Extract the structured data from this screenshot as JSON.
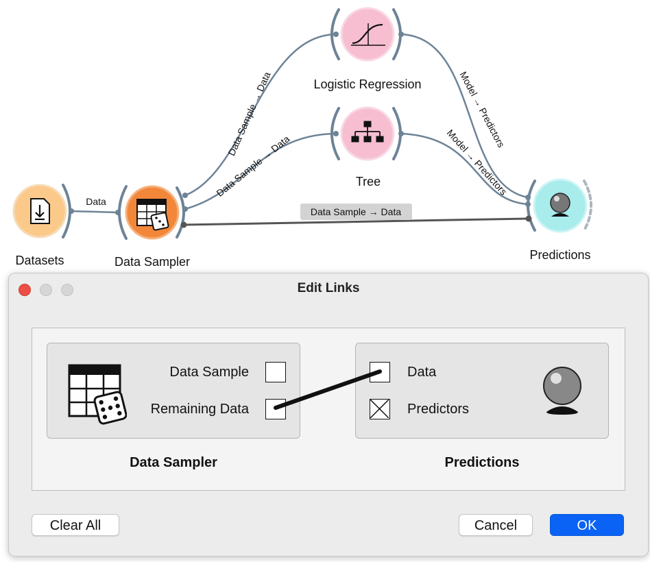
{
  "workflow": {
    "nodes": {
      "datasets": {
        "label": "Datasets",
        "color": "#fbc98a"
      },
      "data_sampler": {
        "label": "Data Sampler",
        "color": "#f2873a"
      },
      "logistic_regression": {
        "label": "Logistic Regression",
        "color": "#f7bed1"
      },
      "tree": {
        "label": "Tree",
        "color": "#f7bed1"
      },
      "predictions": {
        "label": "Predictions",
        "color": "#a8ecec"
      }
    },
    "links": {
      "datasets_to_sampler": "Data",
      "sampler_to_logreg": "Data Sample → Data",
      "sampler_to_tree": "Data Sample → Data",
      "sampler_to_predictions": "Data Sample → Data",
      "logreg_to_predictions": "Model → Predictors",
      "tree_to_predictions": "Model → Predictors"
    }
  },
  "dialog": {
    "title": "Edit Links",
    "source": {
      "name": "Data Sampler",
      "outputs": [
        {
          "label": "Data Sample",
          "connected": false
        },
        {
          "label": "Remaining Data",
          "connected": true
        }
      ]
    },
    "sink": {
      "name": "Predictions",
      "inputs": [
        {
          "label": "Data",
          "connected": true,
          "disabled": false
        },
        {
          "label": "Predictors",
          "connected": false,
          "disabled": true
        }
      ]
    },
    "buttons": {
      "clear_all": "Clear All",
      "cancel": "Cancel",
      "ok": "OK"
    }
  },
  "colors": {
    "accent": "#0a63f5",
    "link": "#6d8396",
    "close_light": "#ec4f45"
  }
}
